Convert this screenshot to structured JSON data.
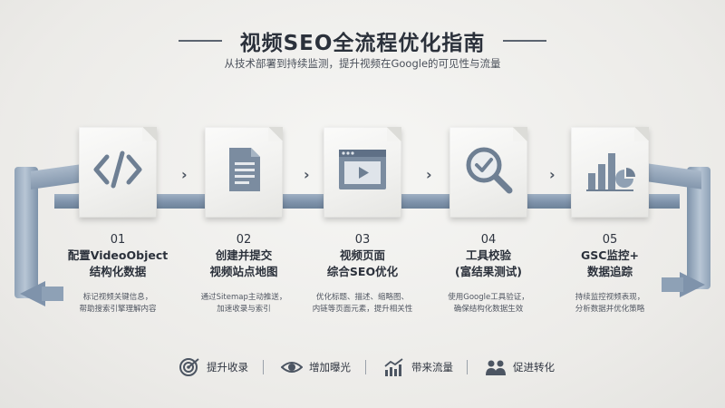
{
  "header": {
    "title": "视频SEO全流程优化指南",
    "subtitle": "从技术部署到持续监测，提升视频在Google的可见性与流量"
  },
  "steps": [
    {
      "num": "01",
      "title_line1": "配置VideoObject",
      "title_line2": "结构化数据",
      "desc_line1": "标记视频关键信息，",
      "desc_line2": "帮助搜索引擎理解内容",
      "icon": "code-brackets-icon"
    },
    {
      "num": "02",
      "title_line1": "创建并提交",
      "title_line2": "视频站点地图",
      "desc_line1": "通过Sitemap主动推送，",
      "desc_line2": "加速收录与索引",
      "icon": "document-icon"
    },
    {
      "num": "03",
      "title_line1": "视频页面",
      "title_line2": "综合SEO优化",
      "desc_line1": "优化标题、描述、缩略图、",
      "desc_line2": "内链等页面元素，提升相关性",
      "icon": "video-page-icon"
    },
    {
      "num": "04",
      "title_line1": "工具校验",
      "title_line2": "(富结果测试)",
      "desc_line1": "使用Google工具验证，",
      "desc_line2": "确保结构化数据生效",
      "icon": "magnifier-check-icon"
    },
    {
      "num": "05",
      "title_line1": "GSC监控+",
      "title_line2": "数据追踪",
      "desc_line1": "持续监控视频表现，",
      "desc_line2": "分析数据并优化策略",
      "icon": "chart-icon"
    }
  ],
  "benefits": [
    {
      "label": "提升收录",
      "icon": "target-icon"
    },
    {
      "label": "增加曝光",
      "icon": "eye-icon"
    },
    {
      "label": "带来流量",
      "icon": "trend-chart-icon"
    },
    {
      "label": "促进转化",
      "icon": "users-icon"
    }
  ],
  "colors": {
    "ribbon": "#8196ad",
    "icon": "#6e7f93",
    "text": "#2f3540"
  }
}
